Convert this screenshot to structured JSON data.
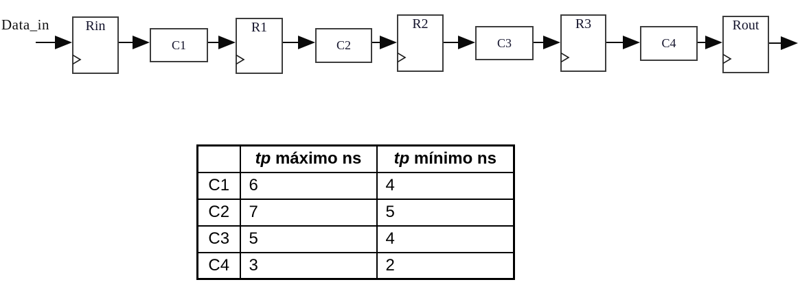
{
  "diagram": {
    "input_label": "Data_in",
    "nodes": [
      {
        "label": "Rin",
        "type": "register"
      },
      {
        "label": "C1",
        "type": "combinational"
      },
      {
        "label": "R1",
        "type": "register"
      },
      {
        "label": "C2",
        "type": "combinational"
      },
      {
        "label": "R2",
        "type": "register"
      },
      {
        "label": "C3",
        "type": "combinational"
      },
      {
        "label": "R3",
        "type": "register"
      },
      {
        "label": "C4",
        "type": "combinational"
      },
      {
        "label": "Rout",
        "type": "register"
      }
    ],
    "line_color": "#000000"
  },
  "table": {
    "header": {
      "name": "",
      "tp": "tp",
      "max": "máximo ns",
      "min": "mínimo ns"
    },
    "rows": [
      {
        "name": "C1",
        "max": "6",
        "min": "4"
      },
      {
        "name": "C2",
        "max": "7",
        "min": "5"
      },
      {
        "name": "C3",
        "max": "5",
        "min": "4"
      },
      {
        "name": "C4",
        "max": "3",
        "min": "2"
      }
    ]
  }
}
